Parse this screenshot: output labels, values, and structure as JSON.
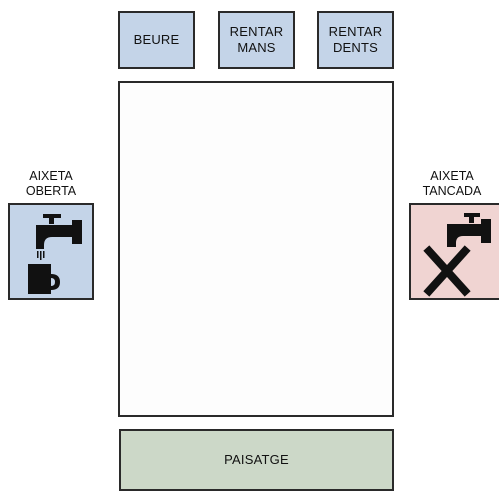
{
  "top_buttons": {
    "beure": "BEURE",
    "rentar_mans": "RENTAR\nMANS",
    "rentar_dents": "RENTAR\nDENTS"
  },
  "bottom_button": {
    "paisatge": "PAISATGE"
  },
  "left_card": {
    "label": "AIXETA\nOBERTA",
    "icon": "open-tap-with-cup-icon",
    "color": "#c4d4e8"
  },
  "right_card": {
    "label": "AIXETA\nTANCADA",
    "icon": "closed-tap-crossed-icon",
    "color": "#f0d4d2"
  },
  "colors": {
    "blue_tile": "#c4d4e8",
    "green_tile": "#ccd8c8",
    "pink_tile": "#f0d4d2",
    "board": "#fdfdfd"
  }
}
